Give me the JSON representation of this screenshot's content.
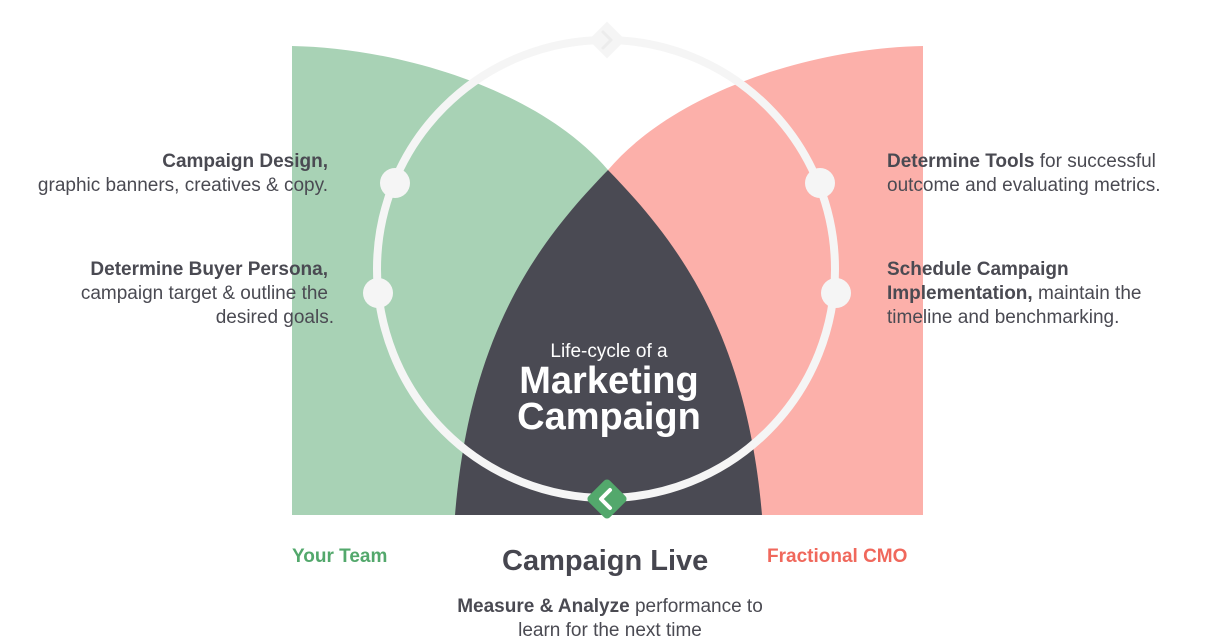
{
  "colors": {
    "team_green": "#a8d2b5",
    "cmo_pink": "#fcb0aa",
    "overlap_dark": "#4a4a53",
    "ring": "#f5f5f5",
    "accent_green": "#53a86c",
    "accent_red": "#f0685c"
  },
  "center": {
    "subtitle": "Life-cycle of a",
    "title_line1": "Marketing",
    "title_line2": "Campaign"
  },
  "left_steps": [
    {
      "bold": "Campaign Design,",
      "line1": "graphic banners, creatives & copy."
    },
    {
      "bold": "Determine Buyer Persona,",
      "line1": "campaign target & outline the",
      "line2": "desired goals."
    }
  ],
  "right_steps": [
    {
      "bold": "Determine Tools",
      "rest1": " for successful",
      "line2": "outcome and evaluating metrics."
    },
    {
      "bold1": "Schedule Campaign",
      "bold2": "Implementation,",
      "rest2": " maintain the",
      "line3": "timeline and benchmarking."
    }
  ],
  "labels": {
    "your_team": "Your Team",
    "fractional_cmo": "Fractional CMO",
    "campaign_live": "Campaign Live"
  },
  "bottom": {
    "bold": "Measure & Analyze",
    "rest": " performance to",
    "line2": "learn for the next time"
  },
  "icons": {
    "top_marker": "chevron-right-icon",
    "bottom_marker": "chevron-left-icon"
  }
}
